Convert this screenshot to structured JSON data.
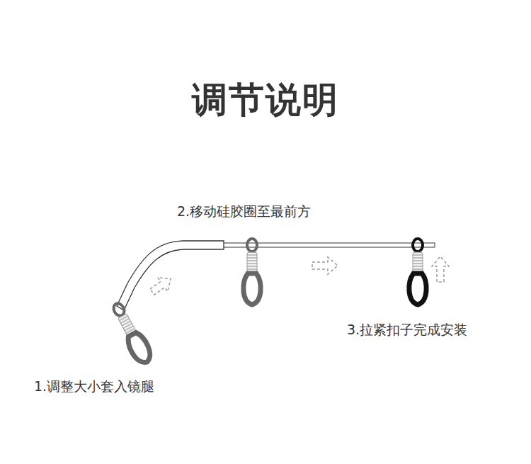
{
  "diagram": {
    "title": "调节说明",
    "labels": [
      "2.移动硅胶圈至最前方",
      "1.调整大小套入镜腿",
      "3.拉紧扣子完成安装"
    ]
  }
}
